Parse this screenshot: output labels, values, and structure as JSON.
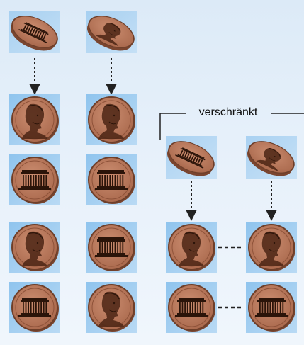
{
  "labels": {
    "entangled": "verschränkt"
  },
  "colors": {
    "background": "#e3eef9",
    "tile": "#8cc0ea",
    "coin_face": "#b9785d",
    "coin_edge": "#6e3f2a",
    "detail": "#2b1409",
    "arrow": "#222222"
  },
  "independent_pair": {
    "tossed": [
      "tails",
      "heads"
    ],
    "outcomes": [
      [
        "heads",
        "heads"
      ],
      [
        "tails",
        "tails"
      ],
      [
        "heads",
        "tails"
      ],
      [
        "tails",
        "heads"
      ]
    ]
  },
  "entangled_pair": {
    "tossed": [
      "tails",
      "heads"
    ],
    "outcomes": [
      [
        "heads",
        "heads"
      ],
      [
        "tails",
        "tails"
      ]
    ]
  }
}
